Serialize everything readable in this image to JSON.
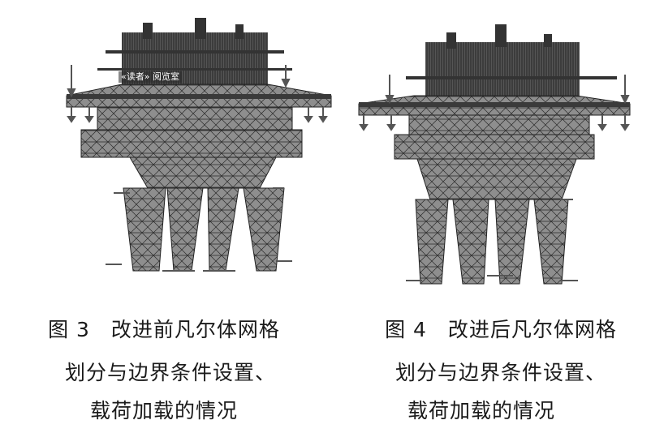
{
  "figures": [
    {
      "caption_lines": [
        "图 3　改进前凡尔体网格",
        "划分与边界条件设置、",
        "载荷加载的情况"
      ]
    },
    {
      "caption_lines": [
        "图 4　改进后凡尔体网格",
        "划分与边界条件设置、",
        "载荷加载的情况"
      ]
    }
  ],
  "watermark": "«读者» 阅览室",
  "colors": {
    "mesh_fill": "#8e8e8e",
    "mesh_dark": "#3a3a3a",
    "mesh_line": "#222222",
    "arrow": "#555555"
  }
}
